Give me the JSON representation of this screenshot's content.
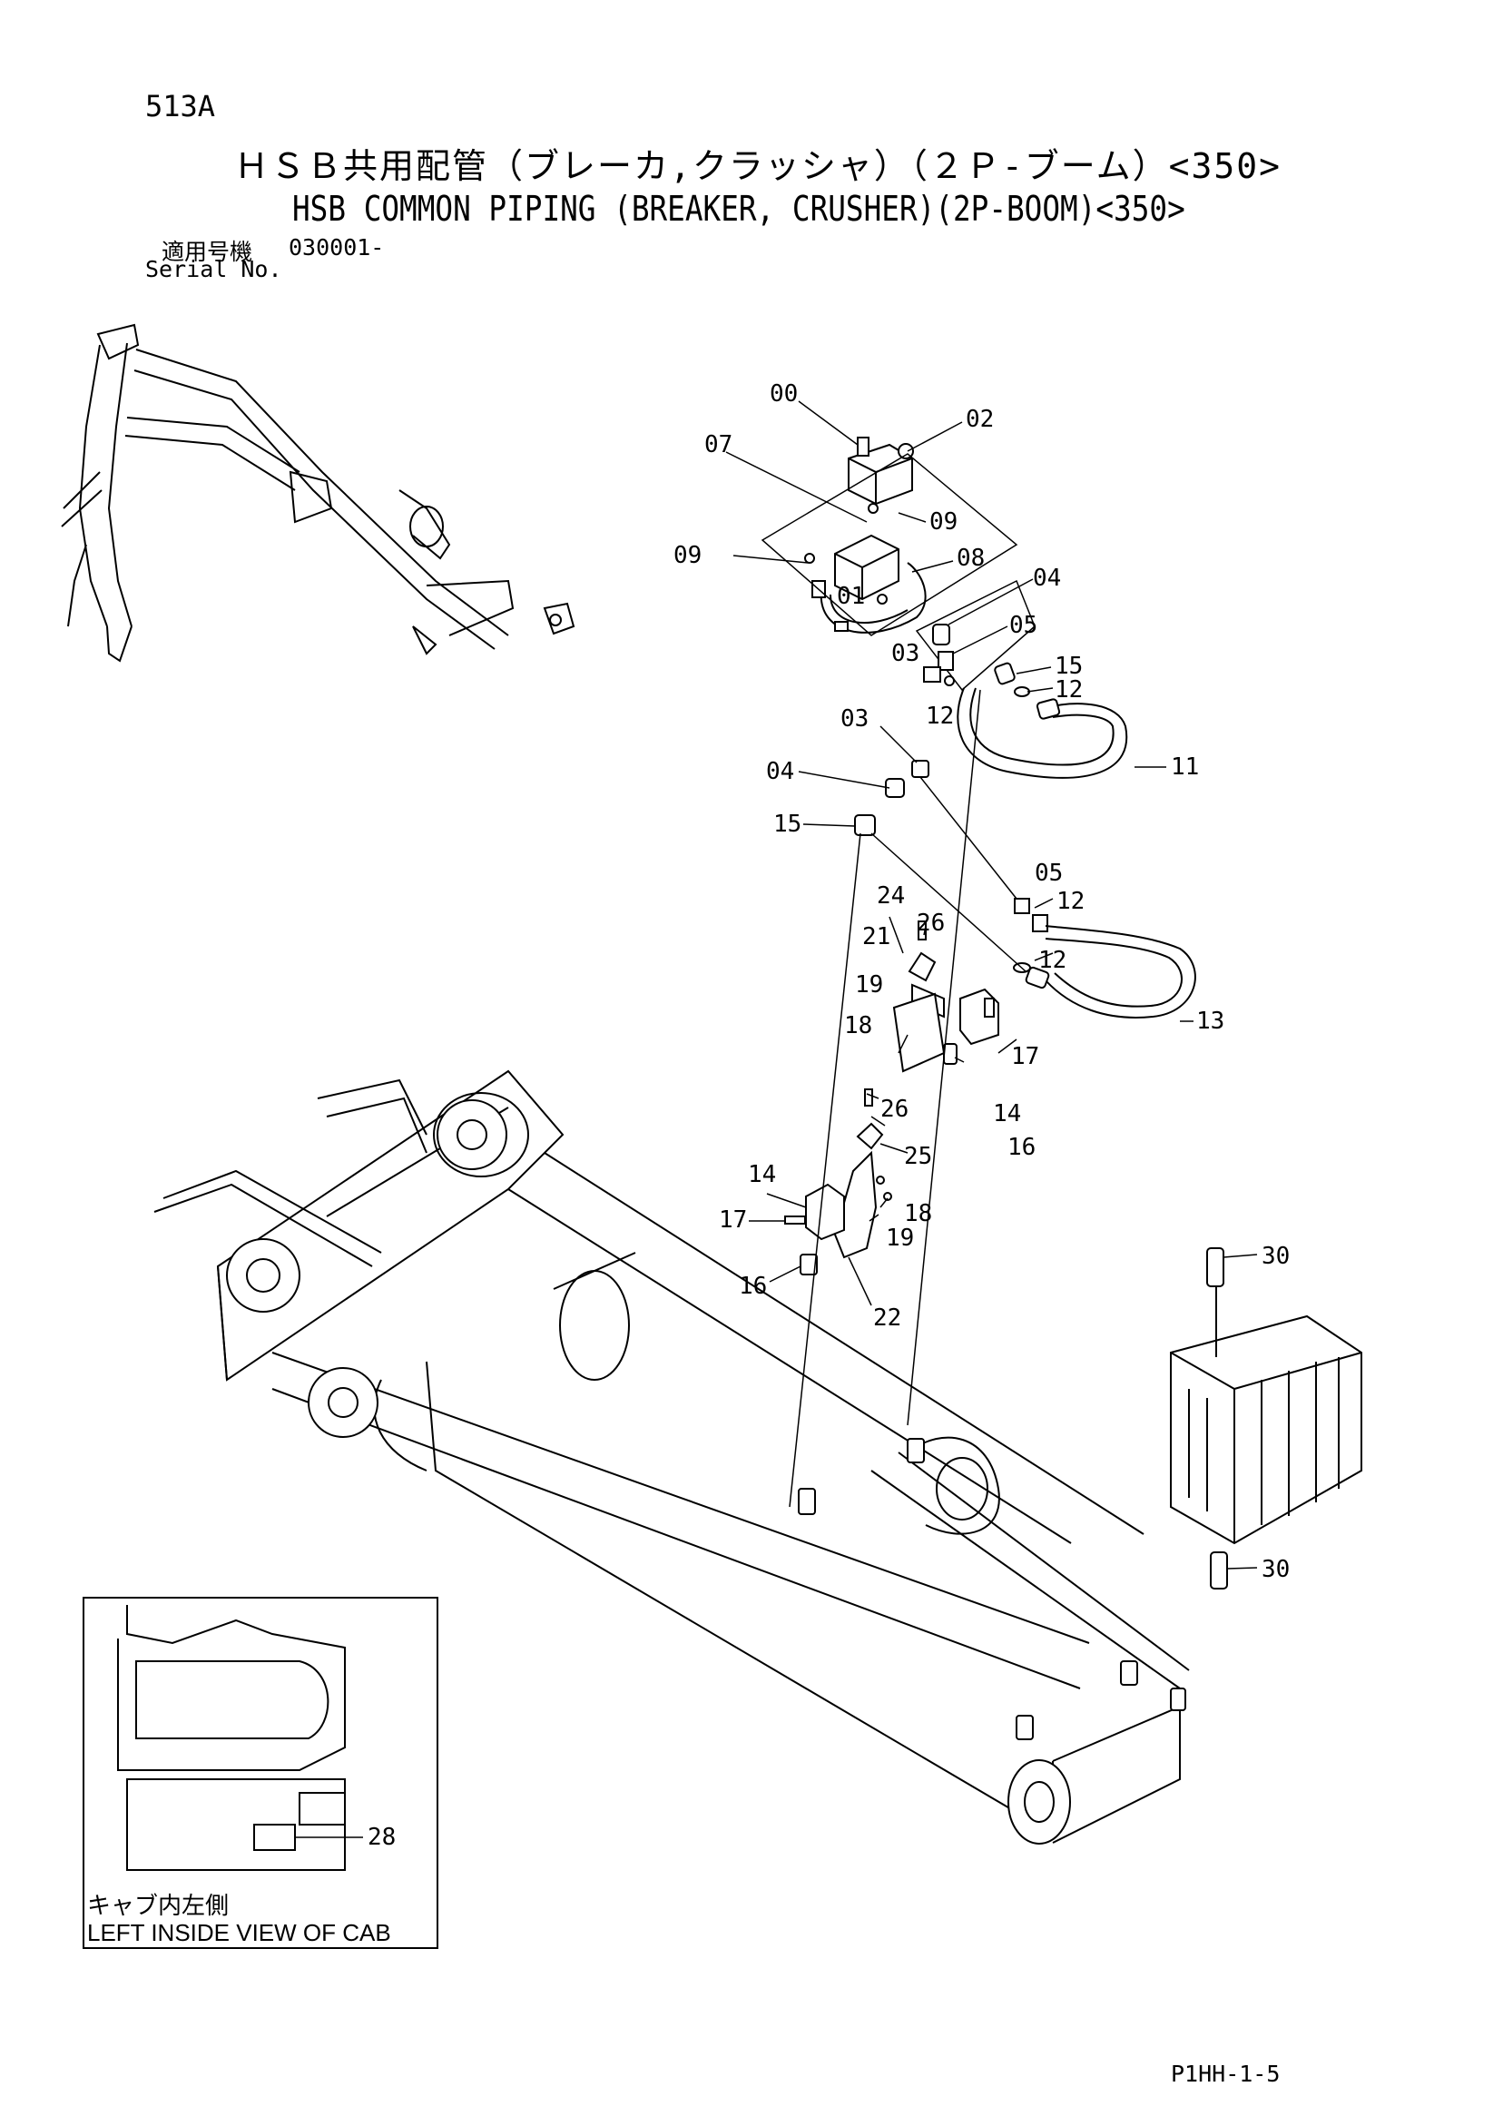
{
  "page": {
    "code": "513A",
    "title_ja": "ＨＳＢ共用配管（ブレーカ,クラッシャ）（２Ｐ-ブーム）<350>",
    "title_en": "HSB COMMON PIPING (BREAKER, CRUSHER)(2P-BOOM)<350>",
    "serial_label_ja": "適用号機",
    "serial_label_en": "Serial No.",
    "serial_value": "030001-",
    "footer_code": "P1HH-1-5"
  },
  "inset": {
    "caption_ja": "キャブ内左側",
    "caption_en": "LEFT INSIDE VIEW OF CAB",
    "part_number": "28"
  },
  "parts": {
    "p00": "00",
    "p01": "01",
    "p02": "02",
    "p03": "03",
    "p04": "04",
    "p05": "05",
    "p07": "07",
    "p08": "08",
    "p09": "09",
    "p11": "11",
    "p12": "12",
    "p13": "13",
    "p14": "14",
    "p15": "15",
    "p16": "16",
    "p17": "17",
    "p18": "18",
    "p19": "19",
    "p21": "21",
    "p22": "22",
    "p24": "24",
    "p25": "25",
    "p26": "26",
    "p30": "30"
  }
}
